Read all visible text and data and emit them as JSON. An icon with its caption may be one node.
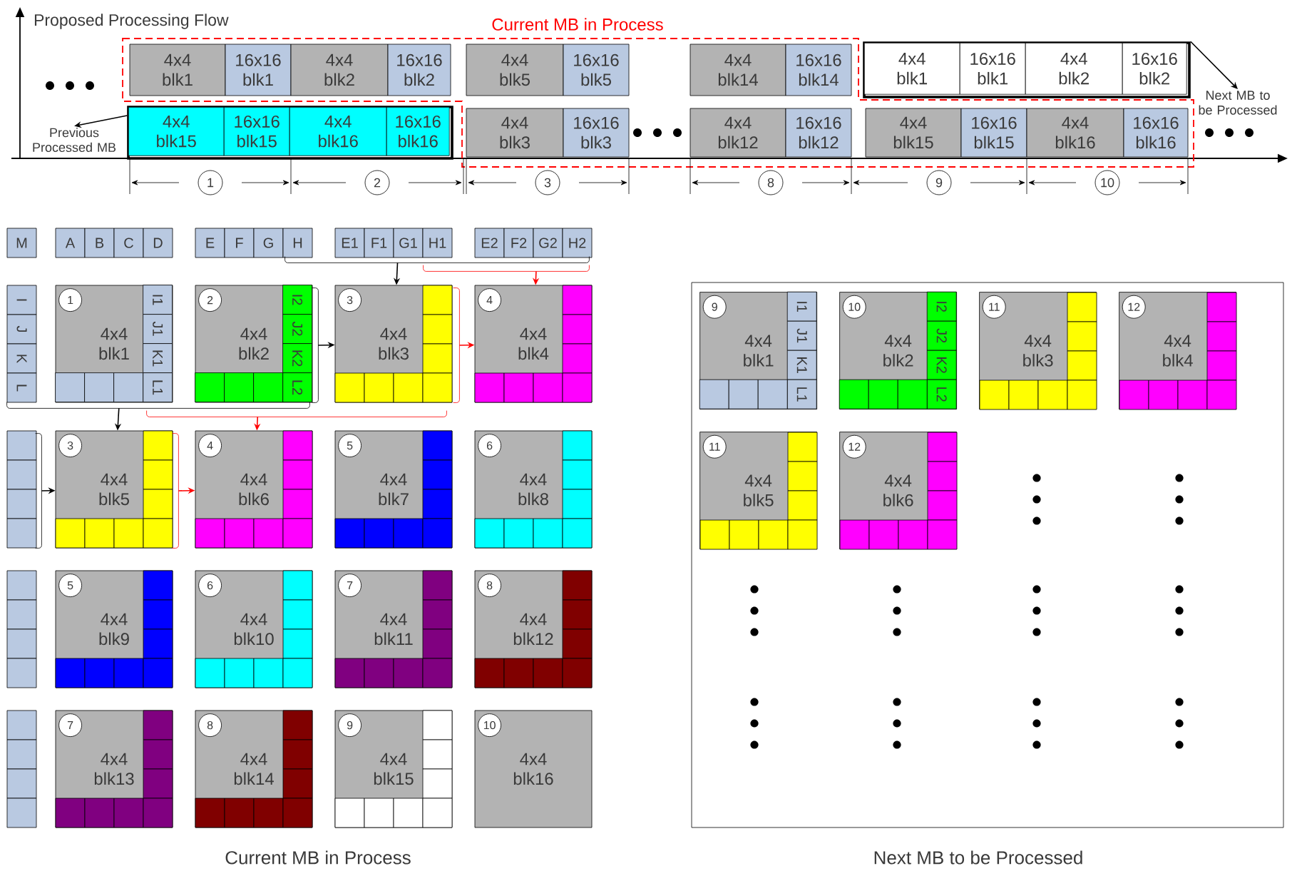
{
  "diagram": {
    "nodes": [
      {
        "text": [
          "4x4 blk1"
        ]
      },
      {
        "text": [
          "16x16 blk1"
        ]
      },
      {
        "text": [
          "4x4 blk2"
        ]
      },
      {
        "text": [
          "16x16 blk2"
        ]
      },
      {
        "text": [
          "4x4 blk5"
        ]
      },
      {
        "text": [
          "16x16 blk5"
        ]
      },
      {
        "text": [
          "4x4 blk14"
        ]
      },
      {
        "text": [
          "16x16 blk14"
        ]
      },
      {
        "text": [],
        "shape": "box"
      },
      {
        "text": [
          "4x4 blk1"
        ],
        "in": 8
      },
      {
        "text": [
          "16x16 blk1"
        ],
        "in": 8
      },
      {
        "text": [
          "4x4 blk2"
        ],
        "in": 8
      },
      {
        "text": [
          "16x16 blk2"
        ],
        "in": 8
      },
      {
        "text": [
          "Previous Processed MB"
        ]
      },
      {
        "text": [],
        "shape": "box"
      },
      {
        "text": [
          "4x4 blk15"
        ],
        "in": 14
      },
      {
        "text": [
          "16x16 blk15"
        ],
        "in": 14
      },
      {
        "text": [
          "4x4 blk16"
        ],
        "in": 14
      },
      {
        "text": [
          "16x16 blk16"
        ],
        "in": 14
      },
      {
        "text": [
          "4x4 blk3"
        ]
      },
      {
        "text": [
          "16x16 blk3"
        ]
      },
      {
        "text": [
          "4x4 blk12"
        ]
      },
      {
        "text": [
          "16x16 blk12"
        ]
      },
      {
        "text": [
          "4x4 blk15"
        ]
      },
      {
        "text": [
          "16x16 blk15"
        ]
      },
      {
        "text": [
          "4x4 blk16"
        ]
      },
      {
        "text": [
          "16x16 blk16"
        ]
      },
      {
        "text": [
          "Next MB to be Processed"
        ]
      },
      {
        "text": [
          "M"
        ]
      },
      {
        "text": [
          "A"
        ]
      },
      {
        "text": [
          "B"
        ]
      },
      {
        "text": [
          "C"
        ]
      },
      {
        "text": [
          "D"
        ]
      },
      {
        "text": [
          "E"
        ]
      },
      {
        "text": [
          "F"
        ]
      },
      {
        "text": [
          "G"
        ]
      },
      {
        "text": [
          "H"
        ]
      },
      {
        "text": [
          "E1"
        ]
      },
      {
        "text": [
          "F1"
        ]
      },
      {
        "text": [
          "G1"
        ]
      },
      {
        "text": [
          "H1"
        ]
      },
      {
        "text": [
          "E2"
        ]
      },
      {
        "text": [
          "F2"
        ]
      },
      {
        "text": [
          "G2"
        ]
      },
      {
        "text": [
          "H2"
        ]
      },
      {
        "text": [
          "I"
        ]
      },
      {
        "text": [
          "J"
        ]
      },
      {
        "text": [
          "K"
        ]
      },
      {
        "text": [
          "L"
        ]
      },
      {
        "text": [
          "4x4 blk1"
        ]
      },
      {
        "text": [
          "1"
        ],
        "in": 49
      },
      {
        "text": [
          "I1"
        ],
        "in": 49
      },
      {
        "text": [
          "J1"
        ],
        "in": 49
      },
      {
        "text": [
          "K1"
        ],
        "in": 49
      },
      {
        "text": [
          "L1"
        ],
        "in": 49
      },
      {
        "text": [
          "4x4 blk2"
        ]
      },
      {
        "text": [
          "2"
        ],
        "in": 55
      },
      {
        "text": [
          "I2"
        ],
        "in": 55
      },
      {
        "text": [
          "J2"
        ],
        "in": 55
      },
      {
        "text": [
          "K2"
        ],
        "in": 55
      },
      {
        "text": [
          "L2"
        ],
        "in": 55
      },
      {
        "text": [
          "4x4 blk3"
        ]
      },
      {
        "text": [
          "3"
        ],
        "in": 61
      },
      {
        "text": [
          "4x4 blk4"
        ]
      },
      {
        "text": [
          "4"
        ],
        "in": 63
      },
      {
        "text": [],
        "shape": "box"
      },
      {
        "text": [],
        "shape": "box"
      },
      {
        "text": [],
        "shape": "box"
      },
      {
        "text": [],
        "shape": "box"
      },
      {
        "text": [
          "4x4 blk5"
        ]
      },
      {
        "text": [
          "3"
        ],
        "in": 69
      },
      {
        "text": [
          "4x4 blk6"
        ]
      },
      {
        "text": [
          "4"
        ],
        "in": 71
      },
      {
        "text": [
          "4x4 blk7"
        ]
      },
      {
        "text": [
          "5"
        ],
        "in": 73
      },
      {
        "text": [
          "4x4 blk8"
        ]
      },
      {
        "text": [
          "6"
        ],
        "in": 75
      },
      {
        "text": [],
        "shape": "box"
      },
      {
        "text": [],
        "shape": "box"
      },
      {
        "text": [],
        "shape": "box"
      },
      {
        "text": [],
        "shape": "box"
      },
      {
        "text": [
          "4x4 blk9"
        ]
      },
      {
        "text": [
          "5"
        ],
        "in": 81
      },
      {
        "text": [
          "4x4 blk10"
        ]
      },
      {
        "text": [
          "6"
        ],
        "in": 83
      },
      {
        "text": [
          "4x4 blk11"
        ]
      },
      {
        "text": [
          "7"
        ],
        "in": 85
      },
      {
        "text": [
          "4x4 blk12"
        ]
      },
      {
        "text": [
          "8"
        ],
        "in": 87
      },
      {
        "text": [],
        "shape": "box"
      },
      {
        "text": [],
        "shape": "box"
      },
      {
        "text": [],
        "shape": "box"
      },
      {
        "text": [],
        "shape": "box"
      },
      {
        "text": [
          "4x4 blk13"
        ]
      },
      {
        "text": [
          "7"
        ],
        "in": 93
      },
      {
        "text": [
          "4x4 blk14"
        ]
      },
      {
        "text": [
          "8"
        ],
        "in": 95
      },
      {
        "text": [
          "4x4 blk15"
        ]
      },
      {
        "text": [
          "9"
        ],
        "in": 97
      },
      {
        "text": [
          "4x4 blk16"
        ]
      },
      {
        "text": [
          "10"
        ],
        "in": 99
      },
      {
        "text": [],
        "shape": "box"
      },
      {
        "text": [
          "4x4 blk1"
        ],
        "in": 101
      },
      {
        "text": [
          "9"
        ],
        "in": 102
      },
      {
        "text": [
          "I1"
        ],
        "in": 102
      },
      {
        "text": [
          "J1"
        ],
        "in": 102
      },
      {
        "text": [
          "K1"
        ],
        "in": 102
      },
      {
        "text": [
          "L1"
        ],
        "in": 102
      },
      {
        "text": [
          "4x4 blk2"
        ],
        "in": 101
      },
      {
        "text": [
          "10"
        ],
        "in": 108
      },
      {
        "text": [
          "I2"
        ],
        "in": 108
      },
      {
        "text": [
          "J2"
        ],
        "in": 108
      },
      {
        "text": [
          "K2"
        ],
        "in": 108
      },
      {
        "text": [
          "L2"
        ],
        "in": 108
      },
      {
        "text": [
          "4x4 blk3"
        ],
        "in": 101
      },
      {
        "text": [
          "11"
        ],
        "in": 114
      },
      {
        "text": [
          "4x4 blk4"
        ],
        "in": 101
      },
      {
        "text": [
          "12"
        ],
        "in": 116
      },
      {
        "text": [
          "4x4 blk5"
        ],
        "in": 101
      },
      {
        "text": [
          "11"
        ],
        "in": 118
      },
      {
        "text": [
          "4x4 blk6"
        ],
        "in": 101
      },
      {
        "text": [
          "12"
        ],
        "in": 120
      },
      {
        "text": [],
        "shape": "bracket"
      },
      {
        "text": [],
        "shape": "bracket"
      },
      {
        "text": [],
        "shape": "bracket"
      },
      {
        "text": [],
        "shape": "bracket"
      },
      {
        "text": [],
        "shape": "bracket"
      },
      {
        "text": [],
        "shape": "bracket"
      },
      {
        "text": [],
        "shape": "bracket"
      },
      {
        "text": [],
        "shape": "bracket"
      },
      {
        "text": [],
        "shape": "box",
        "in": 49
      },
      {
        "text": [],
        "shape": "box",
        "in": 49
      },
      {
        "text": [],
        "shape": "box",
        "in": 49
      },
      {
        "text": [],
        "shape": "box",
        "in": 55
      },
      {
        "text": [],
        "shape": "box",
        "in": 55
      },
      {
        "text": [],
        "shape": "box",
        "in": 55
      },
      {
        "text": [],
        "shape": "box",
        "in": 102
      },
      {
        "text": [],
        "shape": "box",
        "in": 102
      },
      {
        "text": [],
        "shape": "box",
        "in": 102
      },
      {
        "text": [],
        "shape": "box",
        "in": 108
      },
      {
        "text": [],
        "shape": "box",
        "in": 108
      },
      {
        "text": [],
        "shape": "box",
        "in": 108
      },
      {
        "text": [
          "1"
        ]
      },
      {
        "text": [
          "2"
        ]
      },
      {
        "text": [
          "3"
        ]
      },
      {
        "text": [
          "8"
        ]
      },
      {
        "text": [
          "9"
        ]
      },
      {
        "text": [
          "10"
        ]
      }
    ],
    "edges": [
      {
        "from": 14,
        "to": 13,
        "arrow": "to"
      },
      {
        "from": 8,
        "to": 27,
        "arrow": "to"
      },
      {
        "from": 122,
        "to": 61,
        "arrow": "to"
      },
      {
        "from": 123,
        "to": 63,
        "arrow": "to",
        "color": "#ff0000"
      },
      {
        "from": 124,
        "to": 61,
        "arrow": "to"
      },
      {
        "from": 125,
        "to": 63,
        "arrow": "to",
        "color": "#ff0000"
      },
      {
        "from": 126,
        "to": 69,
        "arrow": "to"
      },
      {
        "from": 127,
        "to": 71,
        "arrow": "to",
        "color": "#ff0000"
      },
      {
        "from": 128,
        "to": 69,
        "arrow": "to"
      },
      {
        "from": 129,
        "to": 71,
        "arrow": "to",
        "color": "#ff0000"
      }
    ],
    "labels": [
      "Proposed Processing Flow",
      "Current MB in Process",
      "Current MB in Process",
      "Next MB to be Processed"
    ]
  }
}
